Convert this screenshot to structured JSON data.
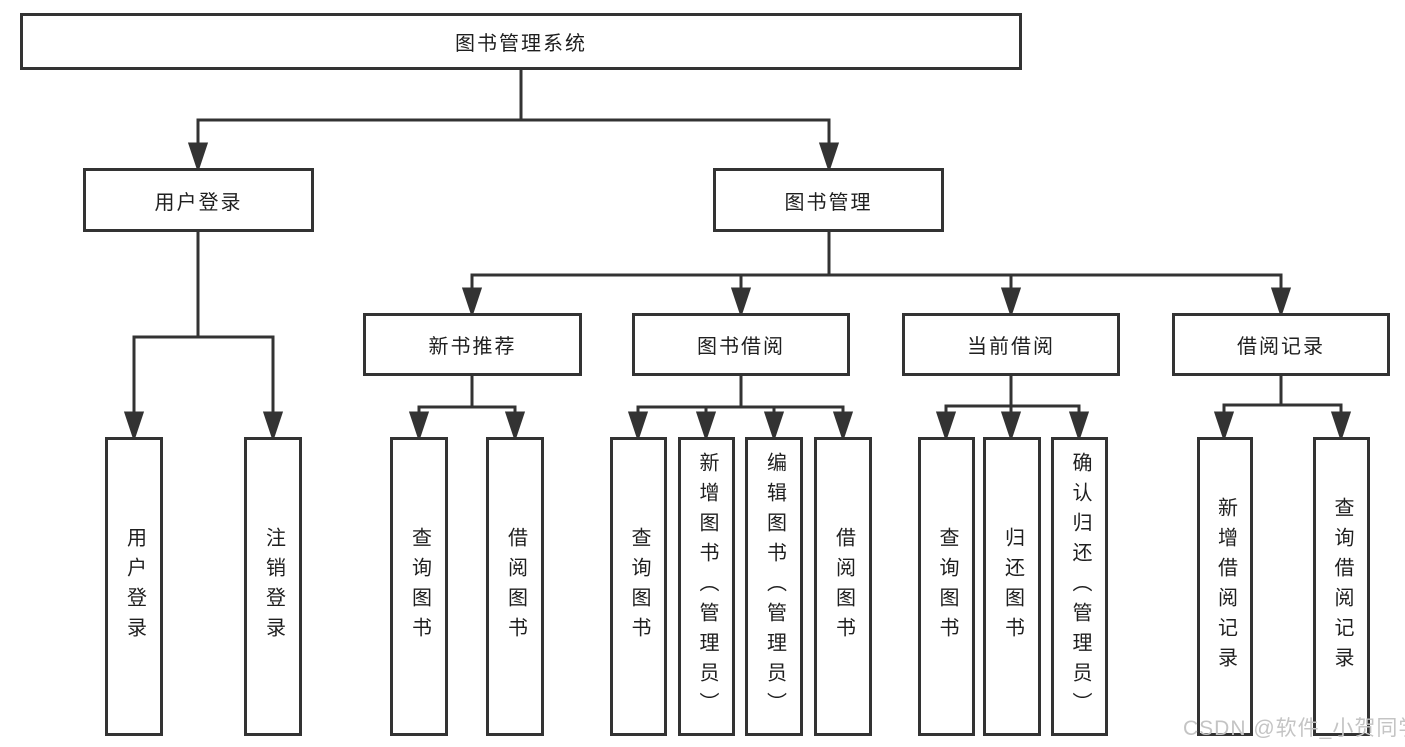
{
  "tree": {
    "label": "图书管理系统",
    "children": [
      {
        "label": "用户登录",
        "children": [
          {
            "label": "用户登录"
          },
          {
            "label": "注销登录"
          }
        ]
      },
      {
        "label": "图书管理",
        "children": [
          {
            "label": "新书推荐",
            "children": [
              {
                "label": "查询图书"
              },
              {
                "label": "借阅图书"
              }
            ]
          },
          {
            "label": "图书借阅",
            "children": [
              {
                "label": "查询图书"
              },
              {
                "label": "新增图书（管理员）"
              },
              {
                "label": "编辑图书（管理员）"
              },
              {
                "label": "借阅图书"
              }
            ]
          },
          {
            "label": "当前借阅",
            "children": [
              {
                "label": "查询图书"
              },
              {
                "label": "归还图书"
              },
              {
                "label": "确认归还（管理员）"
              }
            ]
          },
          {
            "label": "借阅记录",
            "children": [
              {
                "label": "新增借阅记录"
              },
              {
                "label": "查询借阅记录"
              }
            ]
          }
        ]
      }
    ]
  },
  "watermark": "CSDN @软件_小贺同学",
  "colors": {
    "line": "#333333",
    "text": "#1f1f1f",
    "watermark": "#c4c4c4",
    "background": "#ffffff"
  }
}
